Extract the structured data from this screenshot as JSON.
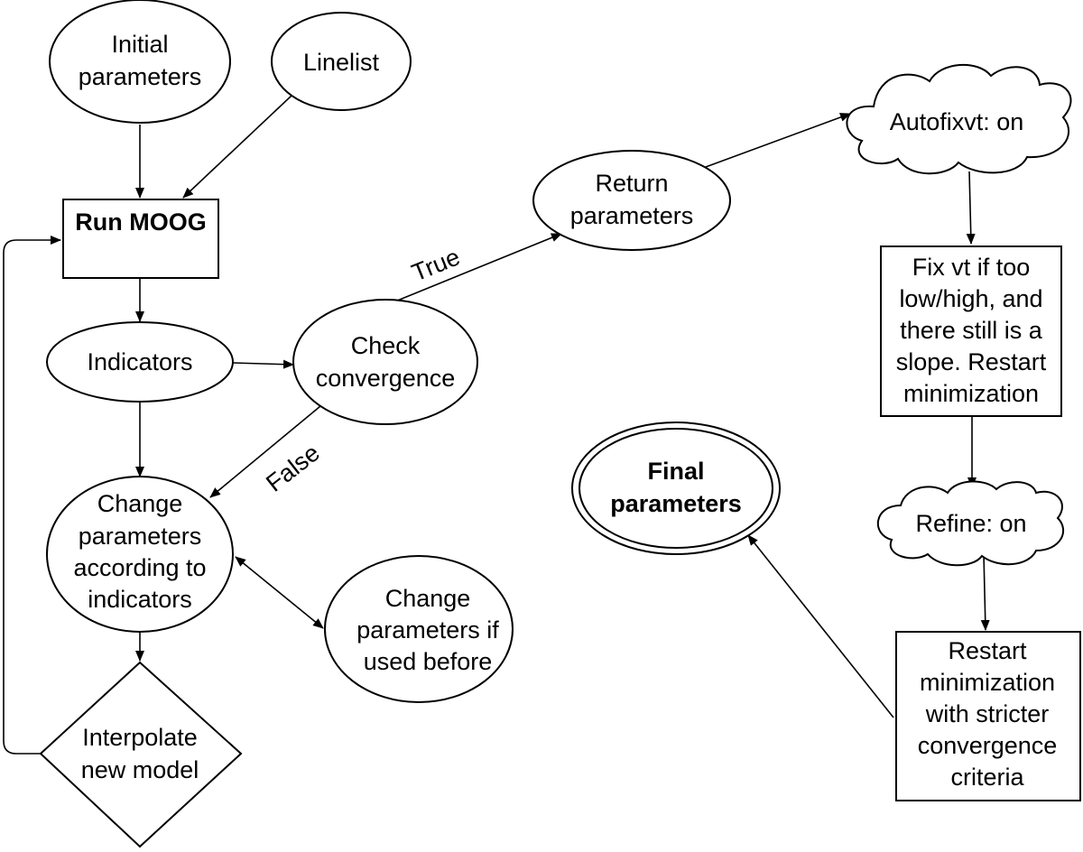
{
  "nodes": {
    "initial_parameters": {
      "lines": [
        "Initial",
        "parameters"
      ]
    },
    "linelist": {
      "lines": [
        "Linelist"
      ]
    },
    "run_moog": {
      "lines": [
        "Run MOOG"
      ]
    },
    "indicators": {
      "lines": [
        "Indicators"
      ]
    },
    "check_convergence": {
      "lines": [
        "Check",
        "convergence"
      ]
    },
    "change_parameters": {
      "lines": [
        "Change",
        "parameters",
        "according to",
        "indicators"
      ]
    },
    "change_if_used": {
      "lines": [
        "Change",
        "parameters if",
        "used before"
      ]
    },
    "interpolate": {
      "lines": [
        "Interpolate",
        "new model"
      ]
    },
    "return_parameters": {
      "lines": [
        "Return",
        "parameters"
      ]
    },
    "autofixvt": {
      "lines": [
        "Autofixvt: on"
      ]
    },
    "fix_vt": {
      "lines": [
        "Fix vt if too",
        "low/high, and",
        "there still is a",
        "slope. Restart",
        "minimization"
      ]
    },
    "refine": {
      "lines": [
        "Refine: on"
      ]
    },
    "restart_strict": {
      "lines": [
        "Restart",
        "minimization",
        "with stricter",
        "convergence",
        "criteria"
      ]
    },
    "final_parameters": {
      "lines": [
        "Final",
        "parameters"
      ]
    }
  },
  "edge_labels": {
    "true_label": "True",
    "false_label": "False"
  }
}
